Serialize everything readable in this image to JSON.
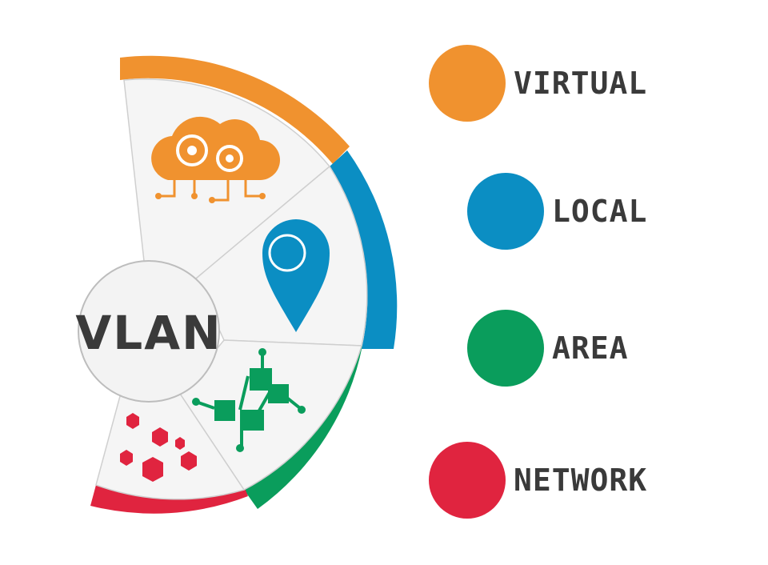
{
  "center": {
    "label": "VLAN"
  },
  "colors": {
    "virtual": "#f0922f",
    "local": "#0b8ec3",
    "area": "#0a9d5c",
    "network": "#e0243f"
  },
  "segments": [
    {
      "id": "virtual",
      "icon": "cloud-gears-icon"
    },
    {
      "id": "local",
      "icon": "location-pin-icon"
    },
    {
      "id": "area",
      "icon": "circuit-network-icon"
    },
    {
      "id": "network",
      "icon": "hexagon-nodes-icon"
    }
  ],
  "legend": [
    {
      "letter_word": "VIRTUAL"
    },
    {
      "letter_word": "LOCAL"
    },
    {
      "letter_word": "AREA"
    },
    {
      "letter_word": "NETWORK"
    }
  ]
}
